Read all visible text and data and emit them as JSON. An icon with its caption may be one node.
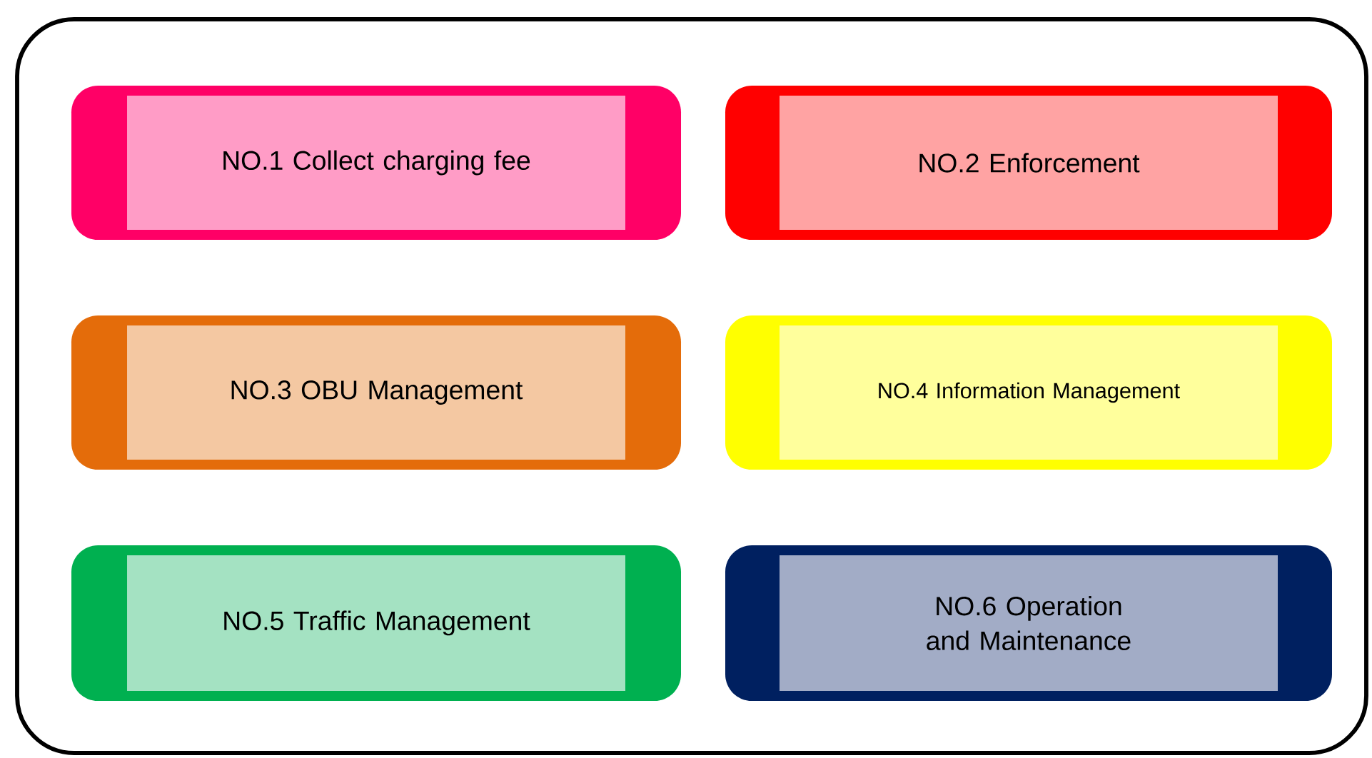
{
  "diagram": {
    "nodes": [
      {
        "text": [],
        "shape": "box"
      },
      {
        "text": [
          "NO.1 Collect charging fee"
        ],
        "in": 0
      },
      {
        "text": [
          "NO.2 Enforcement"
        ],
        "in": 0
      },
      {
        "text": [
          "NO.3 OBU Management"
        ],
        "in": 0
      },
      {
        "text": [
          "NO.4 Information Management"
        ],
        "in": 0
      },
      {
        "text": [
          "NO.5 Traffic Management"
        ],
        "in": 0
      },
      {
        "text": [
          "NO.6 Operation and Maintenance"
        ],
        "in": 0
      }
    ]
  }
}
